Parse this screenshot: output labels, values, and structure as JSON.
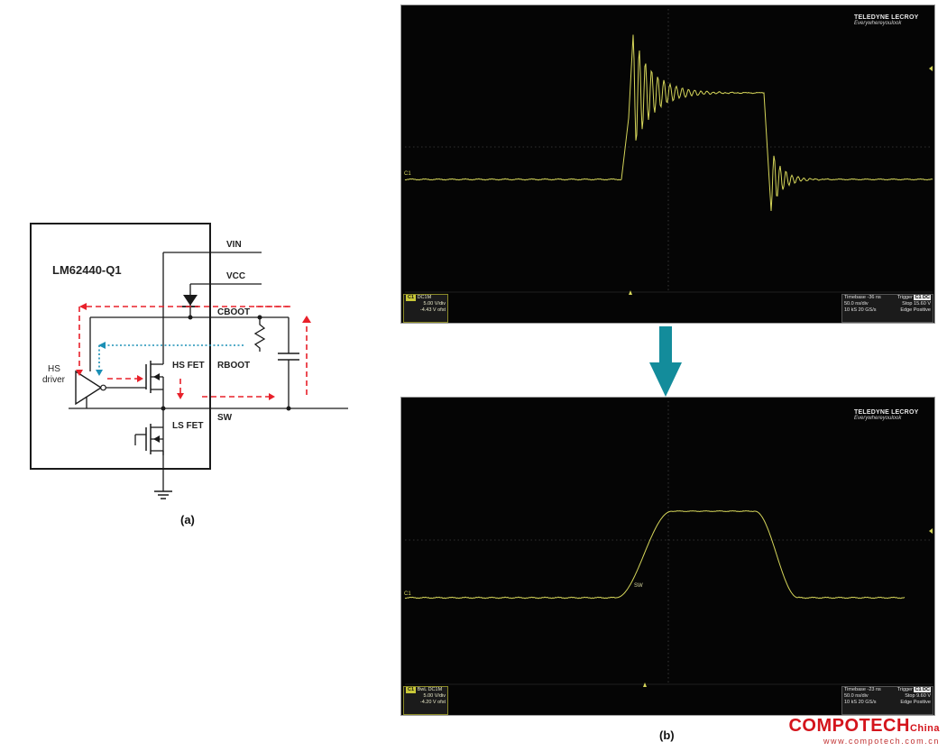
{
  "schematic": {
    "chip_name": "LM62440-Q1",
    "labels": {
      "vin": "VIN",
      "vcc": "VCC",
      "cboot": "CBOOT",
      "rboot": "RBOOT",
      "hs_fet": "HS FET",
      "ls_fet": "LS FET",
      "sw": "SW",
      "hs_driver_line1": "HS",
      "hs_driver_line2": "driver"
    },
    "colors": {
      "path_red": "#e8202a",
      "path_blue": "#1a8fb5",
      "wire": "#1a1a1a"
    },
    "caption": "(a)"
  },
  "scope_top": {
    "brand_line1": "TELEDYNE LECROY",
    "brand_line2": "Everywhereyoulook",
    "channel_label": "C1",
    "channel_tag": {
      "title": "C1",
      "mode": "DC1M",
      "vdiv": "5.00 V/div",
      "offset": "-4.43 V ofst"
    },
    "info": {
      "timebase_label": "Timebase",
      "timebase_value": "-36 ns",
      "trigger_label": "Trigger",
      "trigger_value": "C1 DC",
      "tdiv": "50.0 ns/div",
      "mode": "Stop",
      "level": "15.60 V",
      "samples": "10 kS",
      "rate": "20 GS/s",
      "type": "Edge",
      "slope": "Positive"
    },
    "trace_color": "#d6d65a"
  },
  "scope_bottom": {
    "brand_line1": "TELEDYNE LECROY",
    "brand_line2": "Everywhereyoulook",
    "channel_label": "C1",
    "trace_label": "SW",
    "channel_tag": {
      "title": "C1",
      "mode": "BwL DC1M",
      "vdiv": "5.00 V/div",
      "offset": "-4.20 V ofst"
    },
    "info": {
      "timebase_label": "Timebase",
      "timebase_value": "-23 ns",
      "trigger_label": "Trigger",
      "trigger_value": "C1 DC",
      "tdiv": "50.0 ns/div",
      "mode": "Stop",
      "level": "9.60 V",
      "samples": "10 kS",
      "rate": "20 GS/s",
      "type": "Edge",
      "slope": "Positive"
    },
    "trace_color": "#d6d65a"
  },
  "arrow_color": "#138c9b",
  "caption_b": "(b)",
  "watermark": {
    "line1": "COMPOTECH",
    "line1_suffix": "China",
    "line2": "www.compotech.com.cn"
  }
}
